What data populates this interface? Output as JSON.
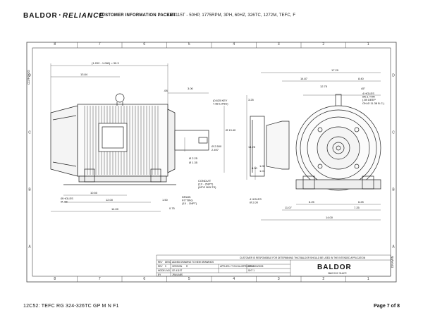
{
  "header": {
    "brand_left": "BALDOR",
    "brand_sep": "•",
    "brand_right": "RELIANCE",
    "packet_title": "CUSTOMER INFORMATION PACKET",
    "model_line": "CEM4115T - 50HP, 1775RPM, 3PH, 60HZ, 326TC, 1272M, TEFC, F"
  },
  "frame": {
    "columns": [
      "8",
      "7",
      "6",
      "5",
      "4",
      "3",
      "2",
      "1"
    ],
    "rows": [
      "D",
      "C",
      "B",
      "A"
    ],
    "left_tag": "CD/FOOG",
    "right_tag": "DRAWN"
  },
  "dims": {
    "overall_len": "(1.202 - 1.080) = 30.3",
    "d_13": "13.84",
    "d_08": ".08",
    "d_300": "3.00",
    "key": "(0.625 KEY\n7.88 LONG)",
    "d_1340": "Ø 13.40",
    "d_2150": "Ø 2.500",
    "d_2497": "2.497",
    "d_225": "Ø 2.25",
    "d_135": "Ø 1.35",
    "conduit": "CONDUIT\n(1X - 2NPT)\n(MTG BOLTS)",
    "drain": "DRAIN\nFITTING\n(1X - 1NPT)",
    "holes_left": "Ø HOLES\nØ .66",
    "d_1050": "10.50",
    "d_1200": "12.00",
    "d_1400a": "14.00",
    "d_1400b": "14.00",
    "d_150": "1.50",
    "d_075": "0.75",
    "d_1729": "17.29",
    "d_1487": "14.87",
    "d_840": "8.40",
    "d_1275": "12.75",
    "d_45": "45°",
    "bolt_text": "4 HOLES\nØ0.1 THR\n(.89 DEEP\nON Ø 11.38 B.C.)",
    "d_325": "3.25",
    "d_1425": "14.25",
    "d_800": "8.00",
    "d_100": "1.00",
    "d_101": "1.01",
    "d_1180": "11.80",
    "d_627": "6.27",
    "d_625a": "6.25",
    "d_625b": "6.25",
    "d_1107": "11.07",
    "d_725": "7.25",
    "holes_right": "4 HOLES\nØ 2.00"
  },
  "title_block": {
    "note": "CUSTOMER IS RESPONSIBLE FOR DETERMINING THAT BALDOR SHOULD BE USED IN THE INTENDED APPLICATION",
    "rows": [
      {
        "a": "REV",
        "b": "DESC",
        "c": "ADDED DRAWING TO NEW DRAWINGS"
      },
      {
        "a": "REV",
        "b": "9",
        "c": "VERSION",
        "d": "R"
      },
      {
        "a": "MODEL NO.",
        "b": "CE-4115T",
        "c": "DR. 3000/3025"
      },
      {
        "a": "BY",
        "b": "JRA/LABS"
      }
    ],
    "applied": "APPLIED: IT ON BLUEPRINT/BID",
    "dwg_sheet": "SHT 1",
    "logo": "BALDOR",
    "dwg_no": "3660 DOC 314472"
  },
  "footer": {
    "left": "12C52: TEFC RG 324-326TC GP M N F1",
    "right": "Page 7 of 8"
  }
}
